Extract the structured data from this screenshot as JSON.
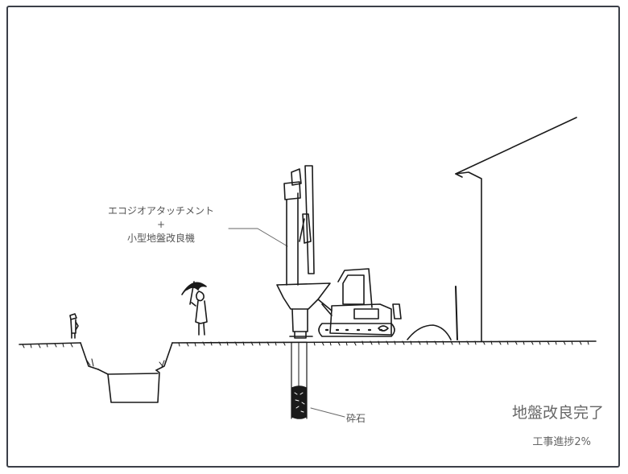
{
  "attachment_label": {
    "line1": "エコジオアタッチメント",
    "plus": "+",
    "line2": "小型地盤改良機"
  },
  "gravel_label": "砕石",
  "status_title": "地盤改良完了",
  "progress_label": "工事進捗2%",
  "colors": {
    "ink": "#1a1a1a",
    "frame": "#3b3f48",
    "label": "#555555"
  }
}
